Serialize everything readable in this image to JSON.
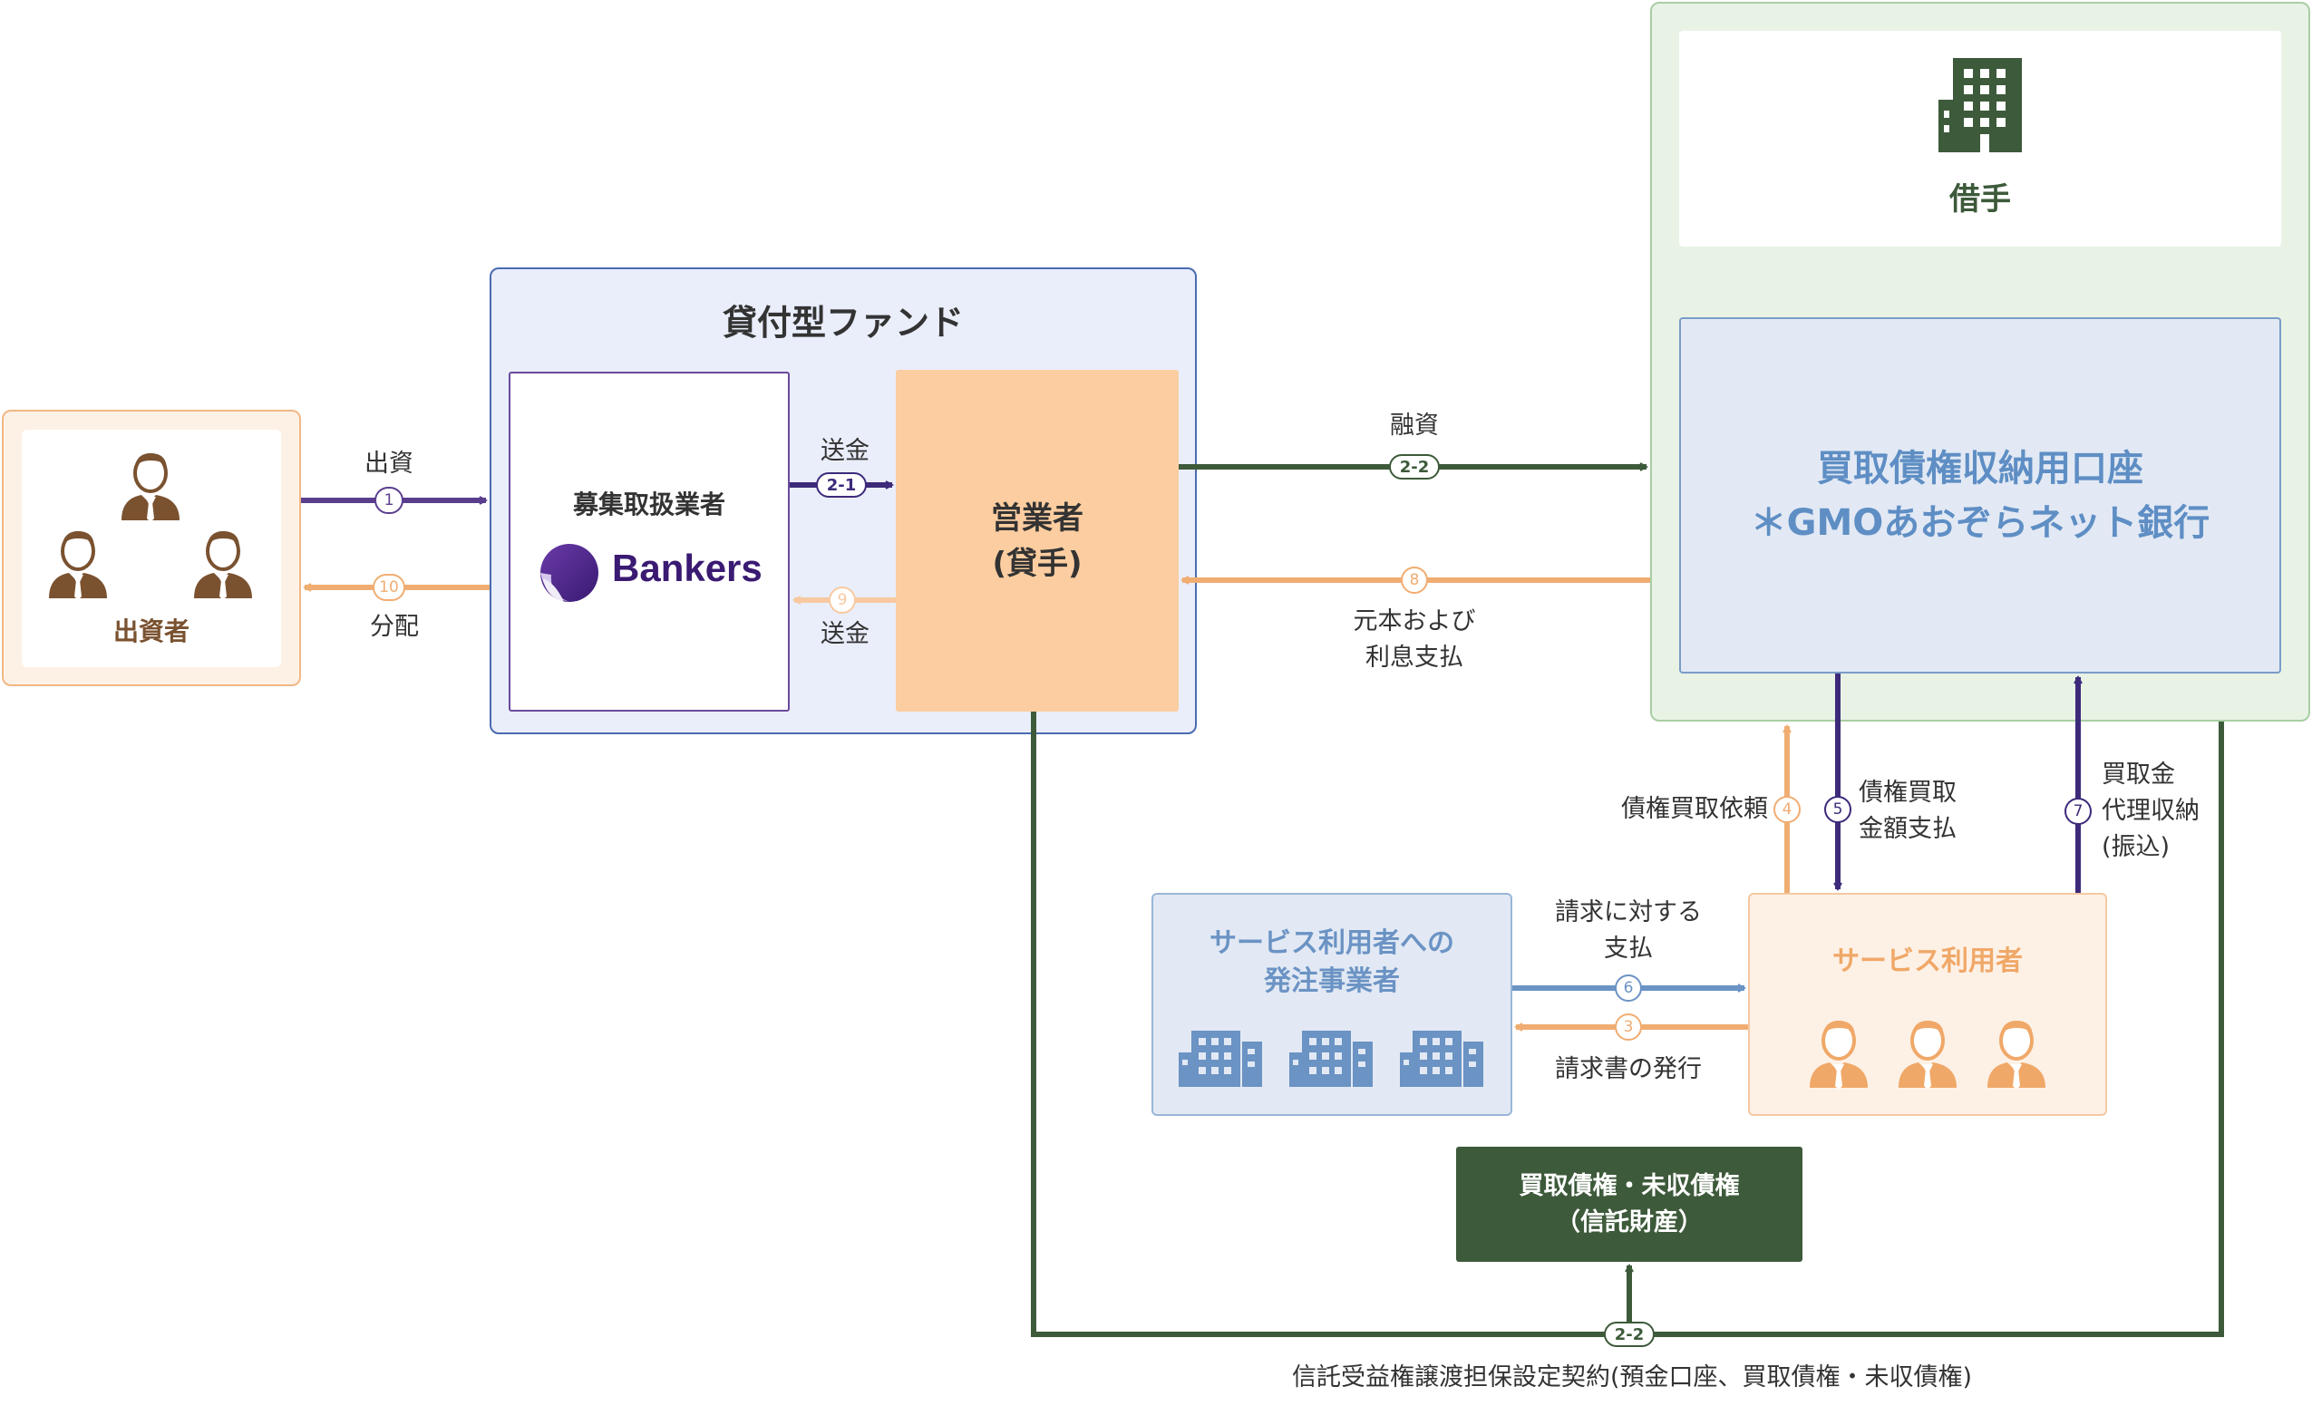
{
  "investors": {
    "label": "出資者"
  },
  "fund": {
    "title": "貸付型ファンド"
  },
  "broker": {
    "label": "募集取扱業者",
    "brand": "Bankers"
  },
  "operator": {
    "line1": "営業者",
    "line2": "(貸手)"
  },
  "borrower": {
    "label": "借手"
  },
  "account": {
    "line1": "買取債権収納用口座",
    "line2": "＊GMOあおぞらネット銀行"
  },
  "vendors": {
    "line1": "サービス利用者への",
    "line2": "発注事業者"
  },
  "users": {
    "label": "サービス利用者"
  },
  "assets": {
    "line1": "買取債権・未収債権",
    "line2": "（信託財産）"
  },
  "flows": {
    "f1": {
      "num": "1",
      "label": "出資"
    },
    "f10": {
      "num": "10",
      "label": "分配"
    },
    "f2_1": {
      "num": "2-1",
      "label": "送金"
    },
    "f9": {
      "num": "9",
      "label": "送金"
    },
    "f2_2": {
      "num": "2-2",
      "label": "融資"
    },
    "f8": {
      "num": "8",
      "line1": "元本および",
      "line2": "利息支払"
    },
    "f4": {
      "num": "4",
      "label": "債権買取依頼"
    },
    "f5": {
      "num": "5",
      "line1": "債権買取",
      "line2": "金額支払"
    },
    "f7": {
      "num": "7",
      "line1": "買取金",
      "line2": "代理収納",
      "line3": "(振込)"
    },
    "f6": {
      "num": "6",
      "line1": "請求に対する",
      "line2": "支払"
    },
    "f3": {
      "num": "3",
      "label": "請求書の発行"
    },
    "f2_2b": {
      "num": "2-2",
      "label": "信託受益権譲渡担保設定契約(預金口座、買取債権・未収債権)"
    }
  },
  "colors": {
    "purple": "#5a3e8e",
    "orange": "#f0ad72",
    "light_orange": "#f8c9a0",
    "dark_green": "#3d5a3a",
    "blue": "#6b93c4",
    "navy": "#3d2a7a",
    "brown": "#7a5230"
  }
}
